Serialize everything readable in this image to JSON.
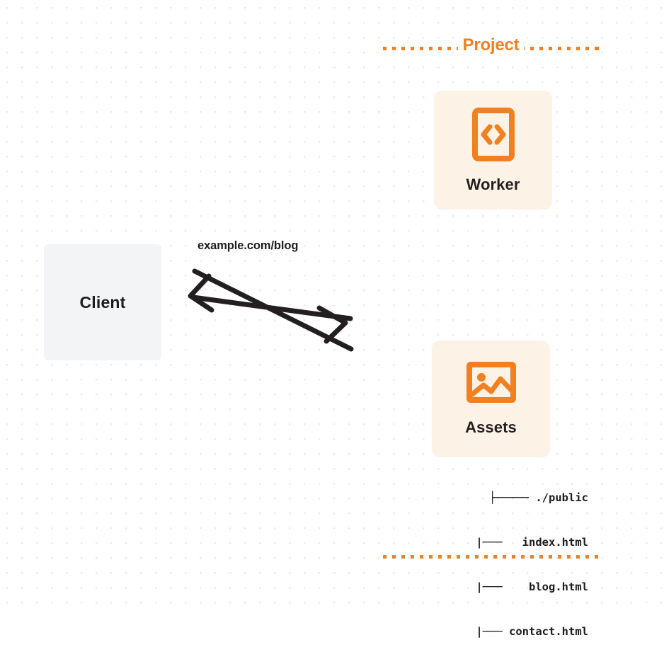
{
  "diagram": {
    "type": "architecture-diagram",
    "background": {
      "style": "dot-grid",
      "dot_color": "#ebebeb",
      "page_color": "#ffffff"
    },
    "colors": {
      "accent_orange": "#f08020",
      "card_background": "#fdf2e6",
      "client_background": "#f3f4f5",
      "text_dark": "#1d1d1f"
    },
    "client": {
      "label": "Client",
      "icon": "client-box"
    },
    "connection": {
      "label": "example.com/blog",
      "request_arrow": "arrow-down-right",
      "response_arrow": "arrow-up-left",
      "stroke_color": "#1d1d1f"
    },
    "project": {
      "title": "Project",
      "border_style": "dashed",
      "border_color": "#f08020",
      "resources": [
        {
          "label": "Worker",
          "icon": "code-document-icon",
          "icon_color": "#f08020"
        },
        {
          "label": "Assets",
          "icon": "image-picture-icon",
          "icon_color": "#f08020"
        }
      ],
      "file_tree": [
        {
          "prefix": "├───── ",
          "name": "./public"
        },
        {
          "prefix": "|───   ",
          "name": "index.html"
        },
        {
          "prefix": "|───    ",
          "name": "blog.html"
        },
        {
          "prefix": "|─── ",
          "name": "contact.html"
        }
      ]
    }
  }
}
